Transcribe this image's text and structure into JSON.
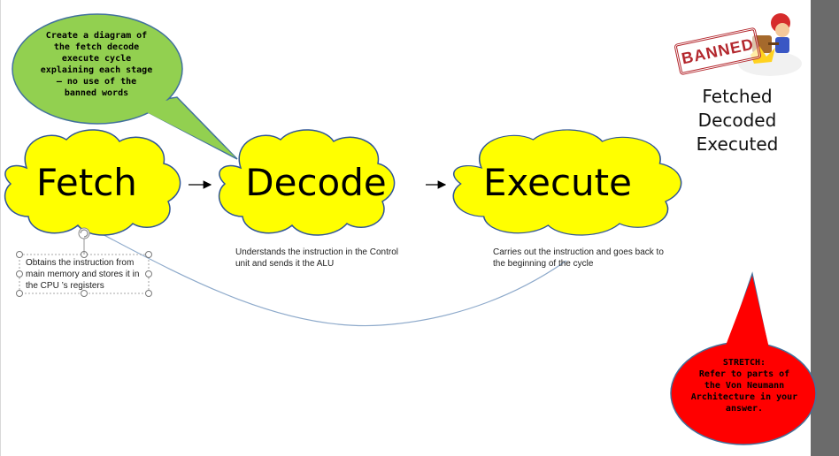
{
  "stages": [
    {
      "label": "Fetch",
      "description": "Obtains the instruction from main memory and stores it in the CPU ’s registers"
    },
    {
      "label": "Decode",
      "description": "Understands the instruction in the Control unit and sends it the ALU"
    },
    {
      "label": "Execute",
      "description": "Carries out the instruction and goes back to the beginning of the cycle"
    }
  ],
  "task_callout": {
    "lines": [
      "Create a diagram of",
      "the fetch decode",
      "execute cycle",
      "explaining each stage",
      "– no use of the",
      "banned words"
    ],
    "color": "#92d050"
  },
  "banned": {
    "stamp_text": "BANNED",
    "words": [
      "Fetched",
      "Decoded",
      "Executed"
    ]
  },
  "stretch_callout": {
    "lines": [
      "STRETCH:",
      "Refer to parts of",
      "the Von Neumann",
      "Architecture in your",
      "answer."
    ],
    "color": "#ff0000"
  },
  "colors": {
    "cloud_fill": "#ffff00",
    "cloud_stroke": "#2f5597",
    "connector": "#8eaacb"
  }
}
